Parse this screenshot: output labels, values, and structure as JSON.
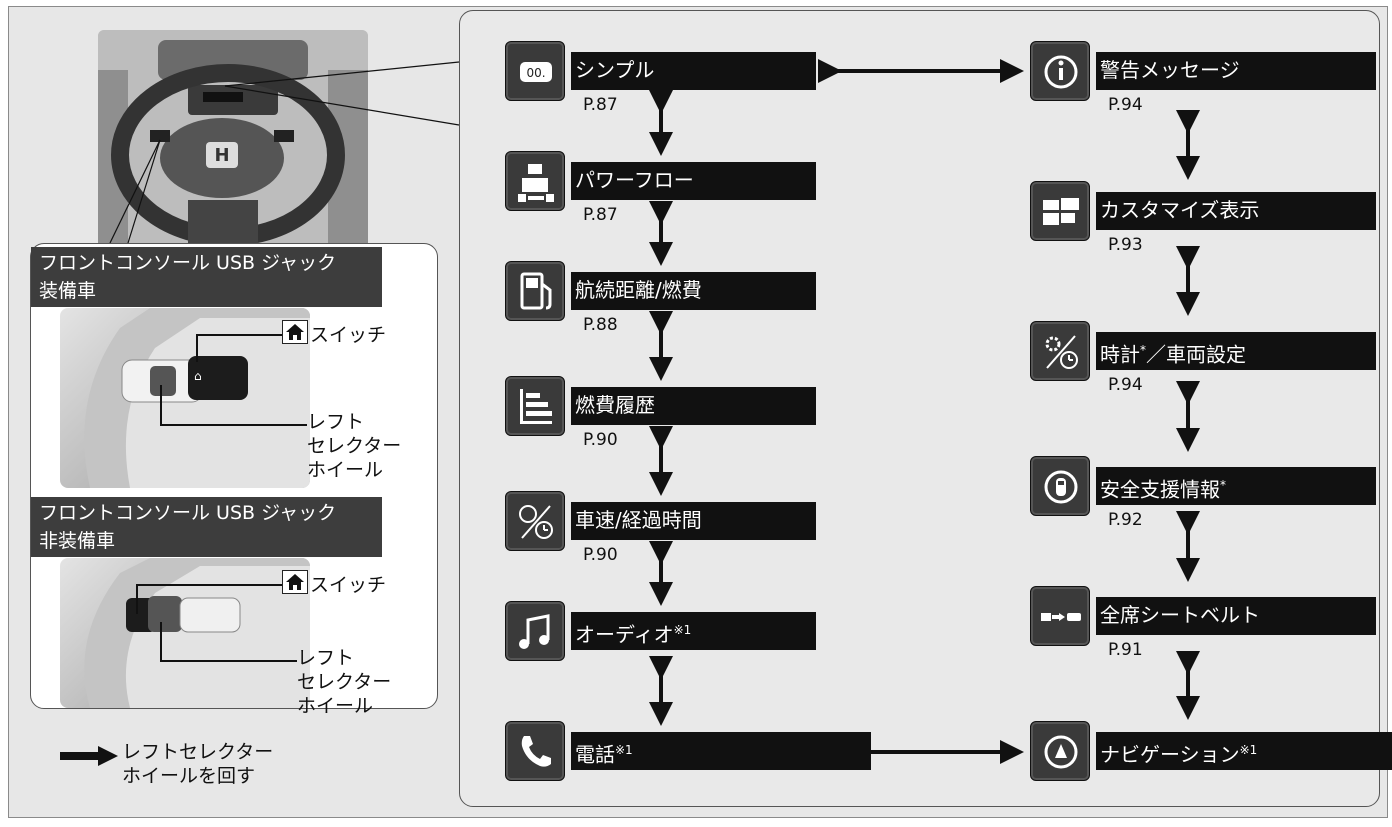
{
  "left": {
    "variant1_title_line1": "フロントコンソール USB ジャック",
    "variant1_title_line2": "装備車",
    "variant2_title_line1": "フロントコンソール USB ジャック",
    "variant2_title_line2": "非装備車",
    "home_switch_label": "スイッチ",
    "left_selector_line1": "レフト",
    "left_selector_line2": "セレクター",
    "left_selector_line3": "ホイール",
    "legend_line1": "レフトセレクター",
    "legend_line2": "ホイールを回す"
  },
  "column_left": [
    {
      "icon": "odometer-icon",
      "label": "シンプル",
      "page": "P.87"
    },
    {
      "icon": "power-flow-icon",
      "label": "パワーフロー",
      "page": "P.87"
    },
    {
      "icon": "fuel-pump-icon",
      "label": "航続距離/燃費",
      "page": "P.88"
    },
    {
      "icon": "bar-chart-icon",
      "label": "燃費履歴",
      "page": "P.90"
    },
    {
      "icon": "speed-clock-icon",
      "label": "車速/経過時間",
      "page": "P.90"
    },
    {
      "icon": "music-note-icon",
      "label": "オーディオ",
      "note": "※1",
      "page": ""
    },
    {
      "icon": "phone-icon",
      "label": "電話",
      "note": "※1",
      "page": ""
    }
  ],
  "column_right": [
    {
      "icon": "info-icon",
      "label": "警告メッセージ",
      "page": "P.94"
    },
    {
      "icon": "custom-display-icon",
      "label": "カスタマイズ表示",
      "page": "P.93"
    },
    {
      "icon": "gear-clock-icon",
      "label": "時計",
      "mark": "*",
      "label_after": "／車両設定",
      "page": "P.94"
    },
    {
      "icon": "car-safety-icon",
      "label": "安全支援情報",
      "mark": "*",
      "page": "P.92"
    },
    {
      "icon": "seatbelt-icon",
      "label": "全席シートベルト",
      "page": "P.91"
    },
    {
      "icon": "navigation-icon",
      "label": "ナビゲーション",
      "note": "※1",
      "page": ""
    }
  ],
  "colors": {
    "panel": "#e9e9e9",
    "bar": "#111111",
    "icon_bg": "#3a3a3a"
  }
}
